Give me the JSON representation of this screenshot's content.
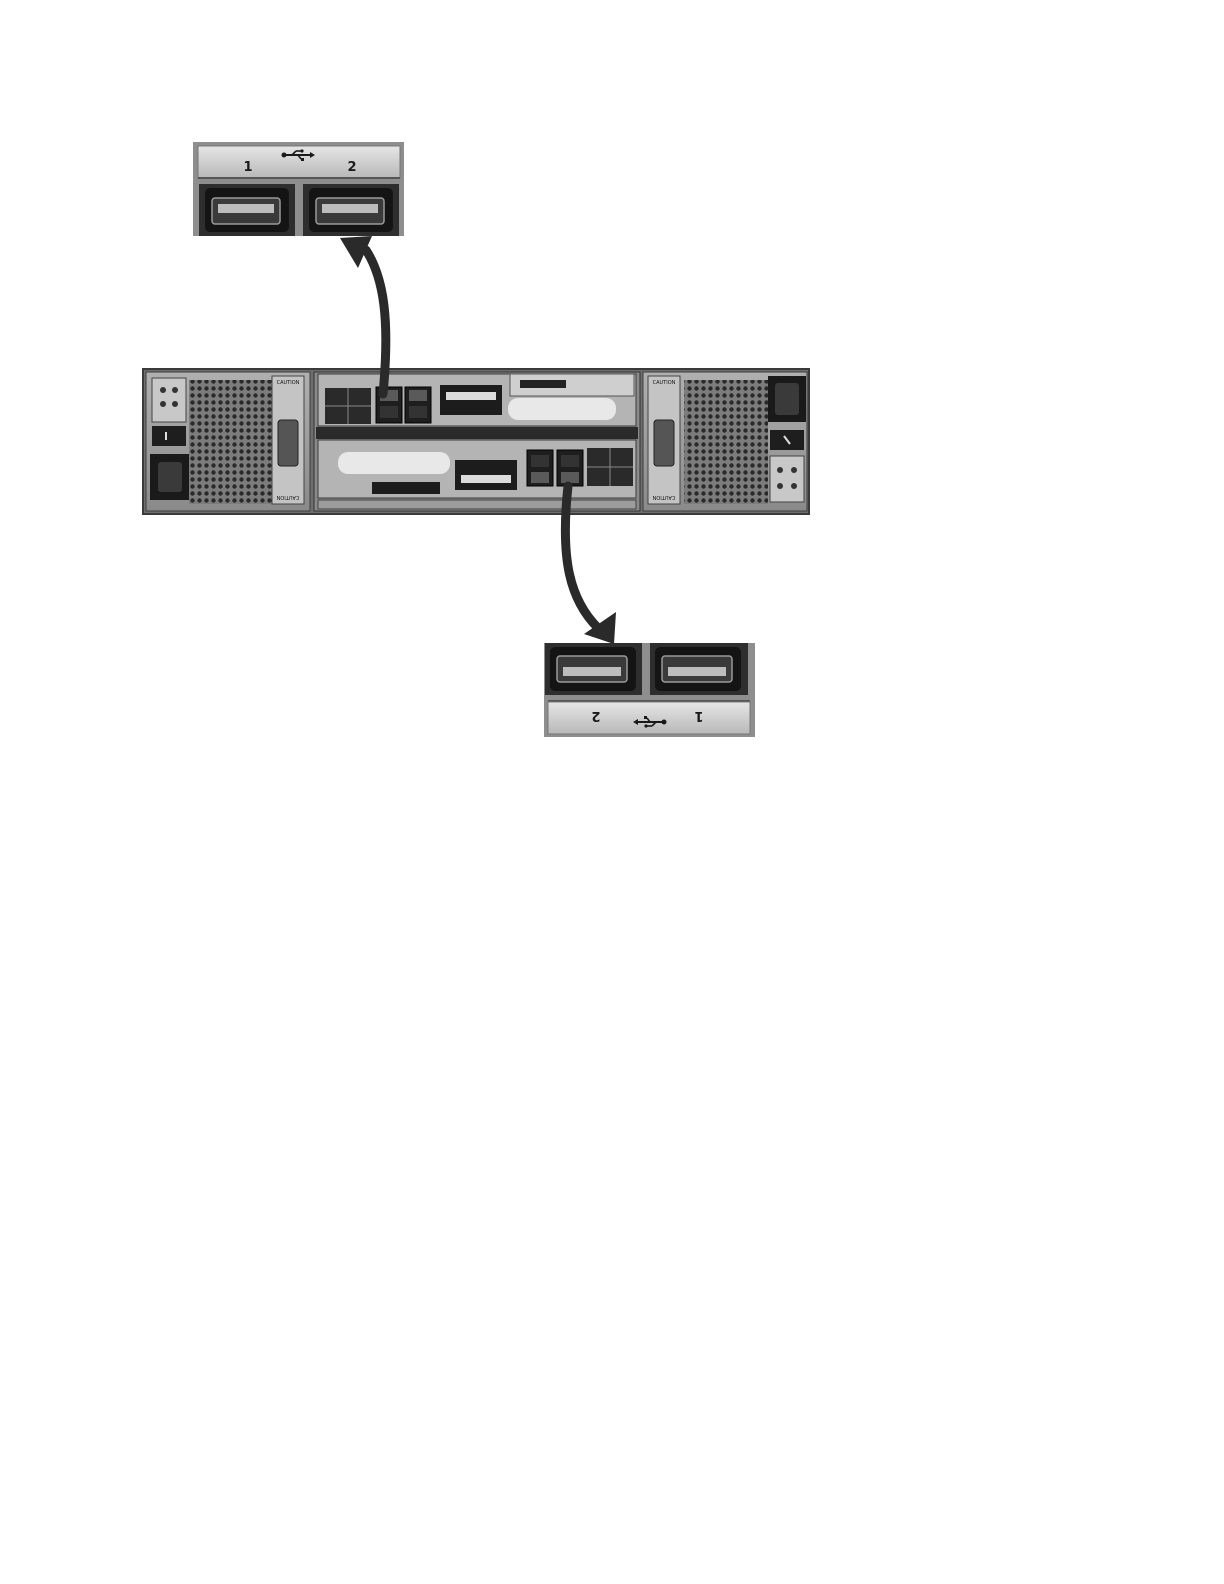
{
  "figure": {
    "colors": {
      "chassis": "#9a9a9a",
      "chassis_dark": "#5a5a5a",
      "port_body": "#1c1c1c",
      "label_strip": "#d0d0d0",
      "arrow": "#2a2a2a",
      "background": "#ffffff"
    },
    "callout_top": {
      "port_labels": [
        "1",
        "2"
      ],
      "icon": "usb-icon"
    },
    "callout_bottom": {
      "port_labels": [
        "2",
        "1"
      ],
      "icon": "usb-icon",
      "labels_inverted": true
    },
    "chassis": {
      "caution_label": "CAUTION",
      "arrow_top_icon": "curved-arrow-up-icon",
      "arrow_bottom_icon": "curved-arrow-down-icon"
    }
  }
}
